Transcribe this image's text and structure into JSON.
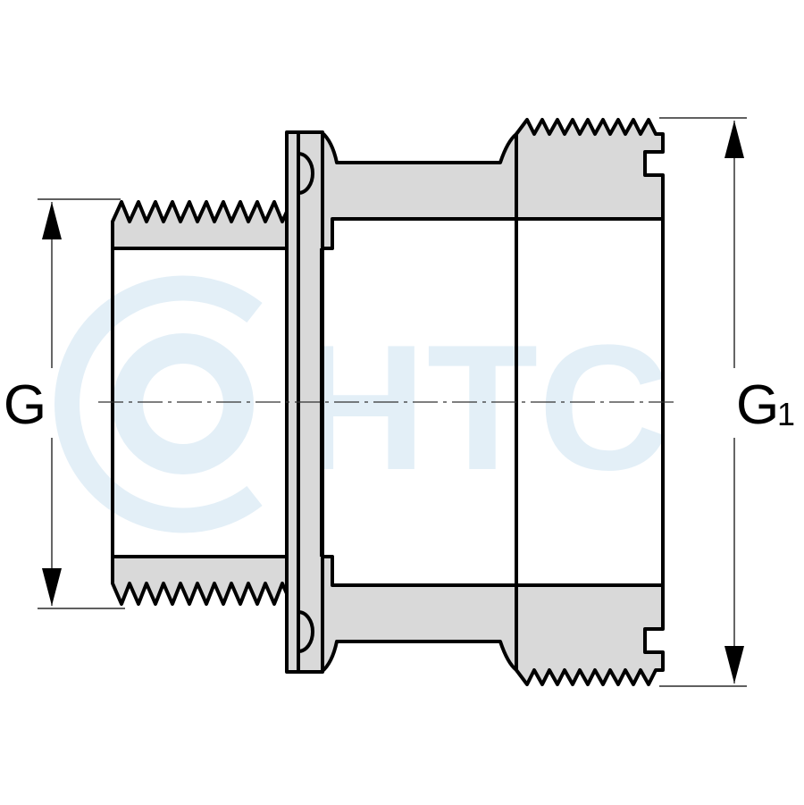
{
  "drawing": {
    "dimension_left": {
      "label": "G"
    },
    "dimension_right": {
      "label": "G",
      "subscript": "1"
    },
    "watermark": {
      "text": "HTC"
    }
  },
  "colors": {
    "body_fill": "#d9d9d9",
    "outline": "#000000",
    "watermark": "#e3eff7"
  }
}
